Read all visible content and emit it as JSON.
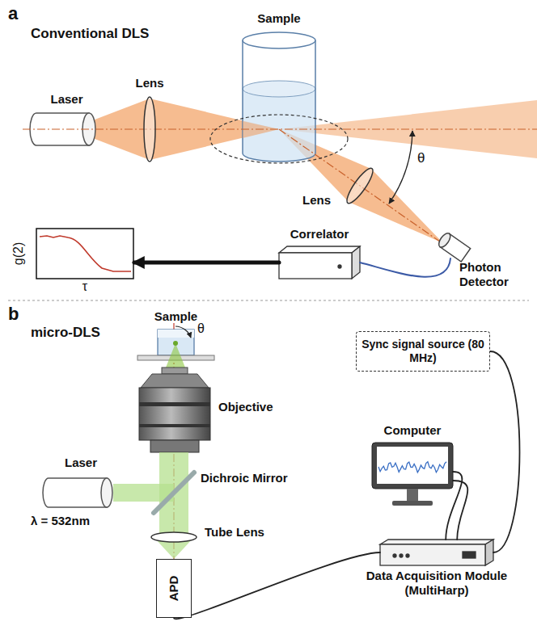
{
  "diagram": {
    "nodes": [
      {
        "text": [
          "Laser"
        ]
      },
      {
        "text": [
          "Lens"
        ]
      },
      {
        "text": [
          "Sample"
        ]
      },
      {
        "text": [
          "Lens"
        ]
      },
      {
        "text": [
          "Photon Detector"
        ]
      },
      {
        "text": [
          "Correlator"
        ]
      },
      {
        "text": [
          "g(2)",
          "τ"
        ]
      },
      {
        "text": [
          "Sample"
        ]
      },
      {
        "text": [
          "Objective"
        ]
      },
      {
        "text": [
          "Laser",
          "λ = 532nm"
        ]
      },
      {
        "text": [
          "Dichroic Mirror"
        ]
      },
      {
        "text": [
          "Tube Lens"
        ]
      },
      {
        "text": [
          "APD"
        ]
      },
      {
        "text": [
          "Sync signal source (80 MHz)"
        ]
      },
      {
        "text": [
          "Computer"
        ]
      },
      {
        "text": [
          "Data Acquisition Module (MultiHarp)"
        ]
      }
    ],
    "edges": [
      {
        "from": 4,
        "to": 5,
        "arrow": "none"
      },
      {
        "from": 5,
        "to": 6,
        "arrow": "to"
      },
      {
        "from": 12,
        "to": 15,
        "arrow": "none"
      },
      {
        "from": 13,
        "to": 15,
        "arrow": "none"
      },
      {
        "from": 15,
        "to": 14,
        "arrow": "none"
      },
      {
        "from": 15,
        "to": 14,
        "arrow": "none"
      }
    ],
    "labels": [
      "a",
      "Conventional DLS",
      "θ",
      "b",
      "micro-DLS",
      "θ"
    ]
  }
}
